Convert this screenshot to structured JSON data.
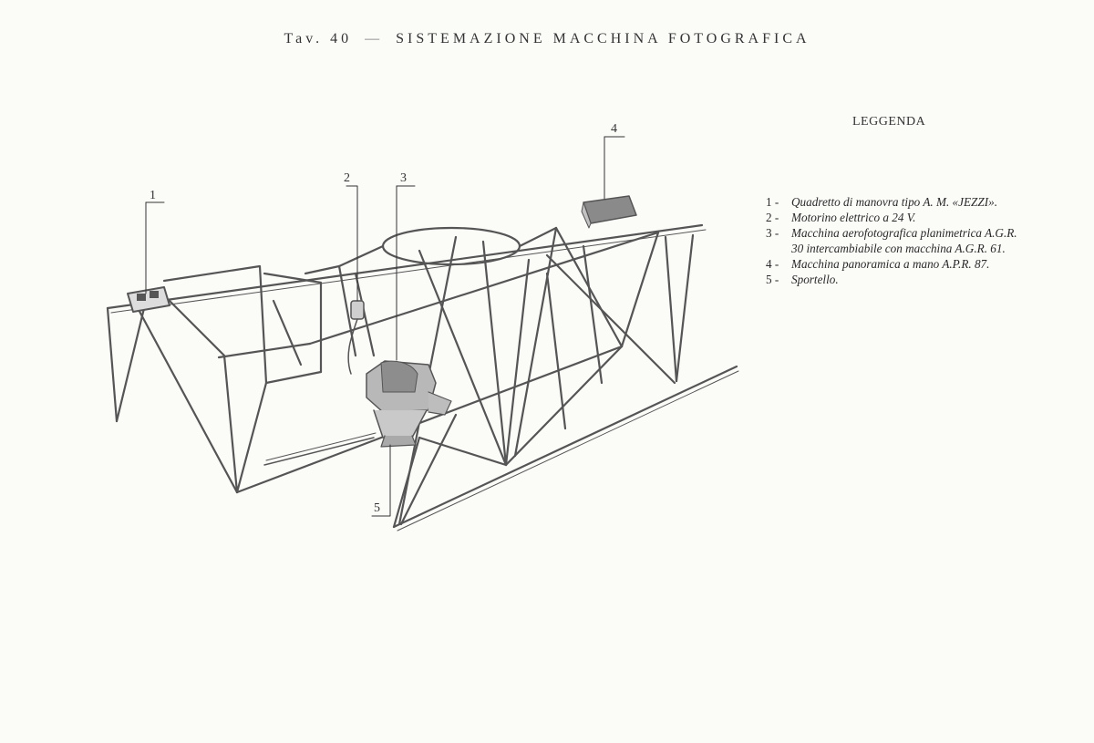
{
  "header": {
    "table_label": "Tav. 40",
    "separator": "—",
    "title": "SISTEMAZIONE MACCHINA FOTOGRAFICA"
  },
  "callouts": [
    "1",
    "2",
    "3",
    "4",
    "5"
  ],
  "legend": {
    "heading": "LEGGENDA",
    "items": [
      {
        "num": "1 -",
        "text": "Quadretto di manovra tipo A. M. «JEZZI»."
      },
      {
        "num": "2 -",
        "text": "Motorino elettrico a 24 V."
      },
      {
        "num": "3 -",
        "text": "Macchina aerofotografica planimetrica A.G.R. 30 intercambiabile con macchina A.G.R. 61."
      },
      {
        "num": "4 -",
        "text": "Macchina panoramica a mano A.P.R. 87."
      },
      {
        "num": "5 -",
        "text": "Sportello."
      }
    ]
  },
  "colors": {
    "ink": "#2a2a2a",
    "tube": "#555555",
    "paper": "#fbfbf8"
  }
}
